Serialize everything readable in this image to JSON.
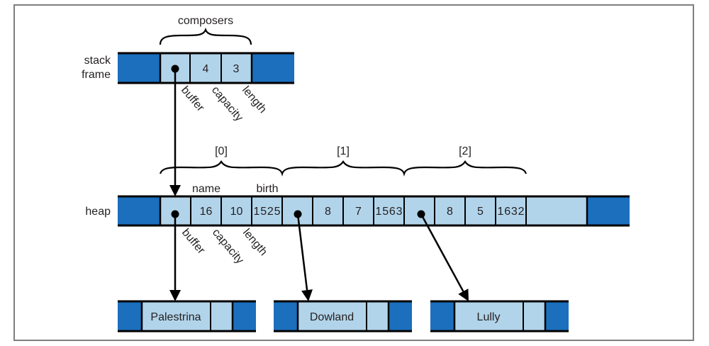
{
  "colors": {
    "dark_cell": "#1b6fbd",
    "light_cell": "#b2d4ea",
    "line": "#000000",
    "frame_border": "#7f7f7f"
  },
  "labels": {
    "stack_frame_line1": "stack",
    "stack_frame_line2": "frame",
    "heap": "heap",
    "composers": "composers",
    "index0": "[0]",
    "index1": "[1]",
    "index2": "[2]",
    "name": "name",
    "birth": "birth"
  },
  "stack_frame": {
    "field_labels": [
      "buffer",
      "capacity",
      "length"
    ],
    "capacity": "4",
    "length": "3"
  },
  "heap": {
    "field_labels": [
      "buffer",
      "capacity",
      "length"
    ],
    "elements": [
      {
        "capacity": "16",
        "length": "10",
        "birth": "1525"
      },
      {
        "capacity": "8",
        "length": "7",
        "birth": "1563"
      },
      {
        "capacity": "8",
        "length": "5",
        "birth": "1632"
      }
    ]
  },
  "strings": [
    {
      "text": "Palestrina"
    },
    {
      "text": "Dowland"
    },
    {
      "text": "Lully"
    }
  ]
}
